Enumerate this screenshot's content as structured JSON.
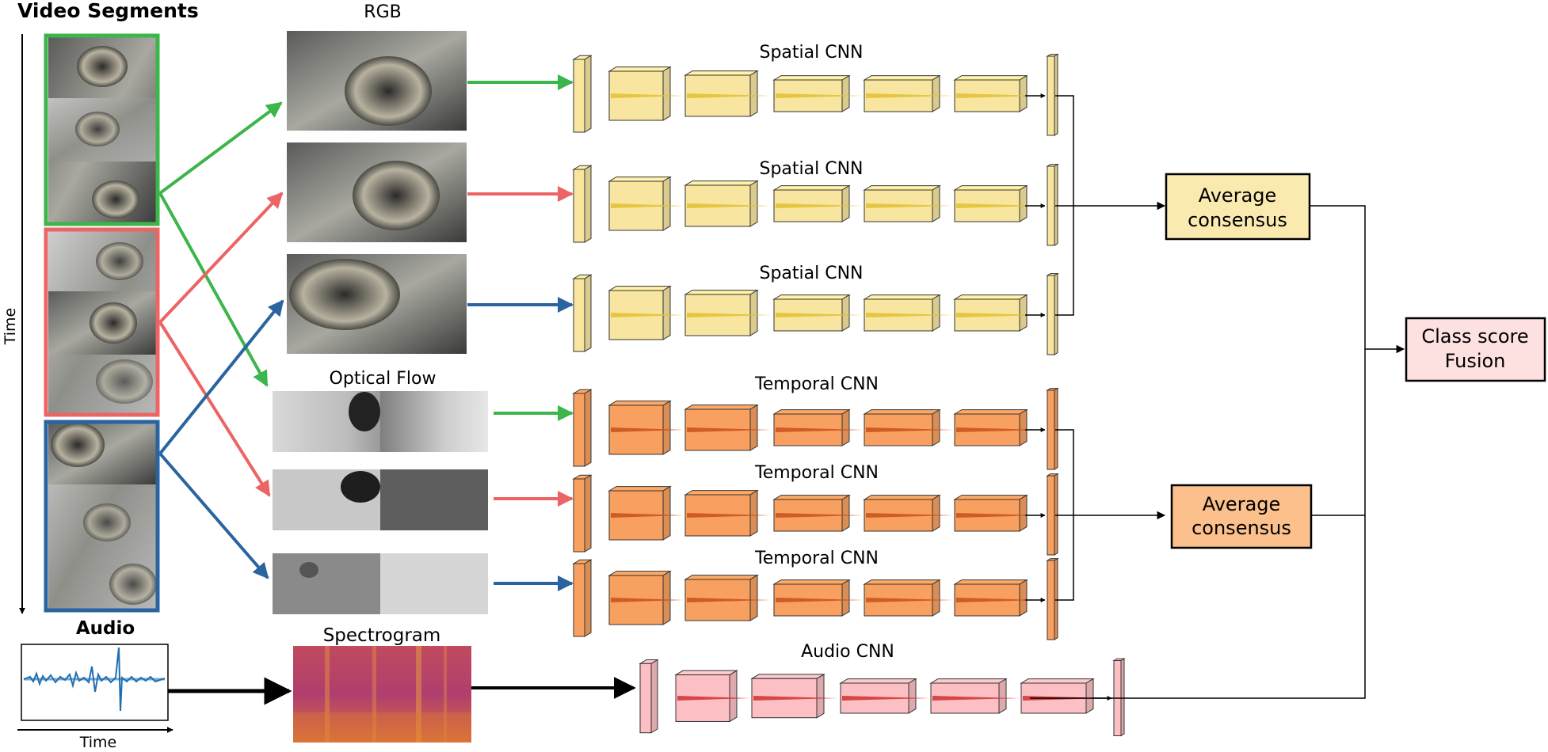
{
  "labels": {
    "video_segments": "Video Segments",
    "time_vertical": "Time",
    "rgb": "RGB",
    "optical_flow": "Optical Flow",
    "audio": "Audio",
    "time_horizontal": "Time",
    "spectrogram": "Spectrogram"
  },
  "spatial_streams": [
    {
      "label": "Spatial CNN"
    },
    {
      "label": "Spatial CNN"
    },
    {
      "label": "Spatial CNN"
    }
  ],
  "temporal_streams": [
    {
      "label": "Temporal CNN"
    },
    {
      "label": "Temporal CNN"
    },
    {
      "label": "Temporal CNN"
    }
  ],
  "audio_stream": {
    "label": "Audio CNN"
  },
  "consensus_boxes": [
    {
      "line1": "Average",
      "line2": "consensus"
    },
    {
      "line1": "Average",
      "line2": "consensus"
    }
  ],
  "fusion_box": {
    "line1": "Class score",
    "line2": "Fusion"
  },
  "colors": {
    "segment1": "#3cb54a",
    "segment2": "#ec6464",
    "segment3": "#2a64a0",
    "spatial_fill": "#f8e6a0",
    "temporal_fill": "#f8a060",
    "audio_fill": "#fcc0c4",
    "consensus_spatial_fill": "#faeab0",
    "consensus_temporal_fill": "#fcc08c",
    "fusion_fill": "#fde0e0"
  }
}
